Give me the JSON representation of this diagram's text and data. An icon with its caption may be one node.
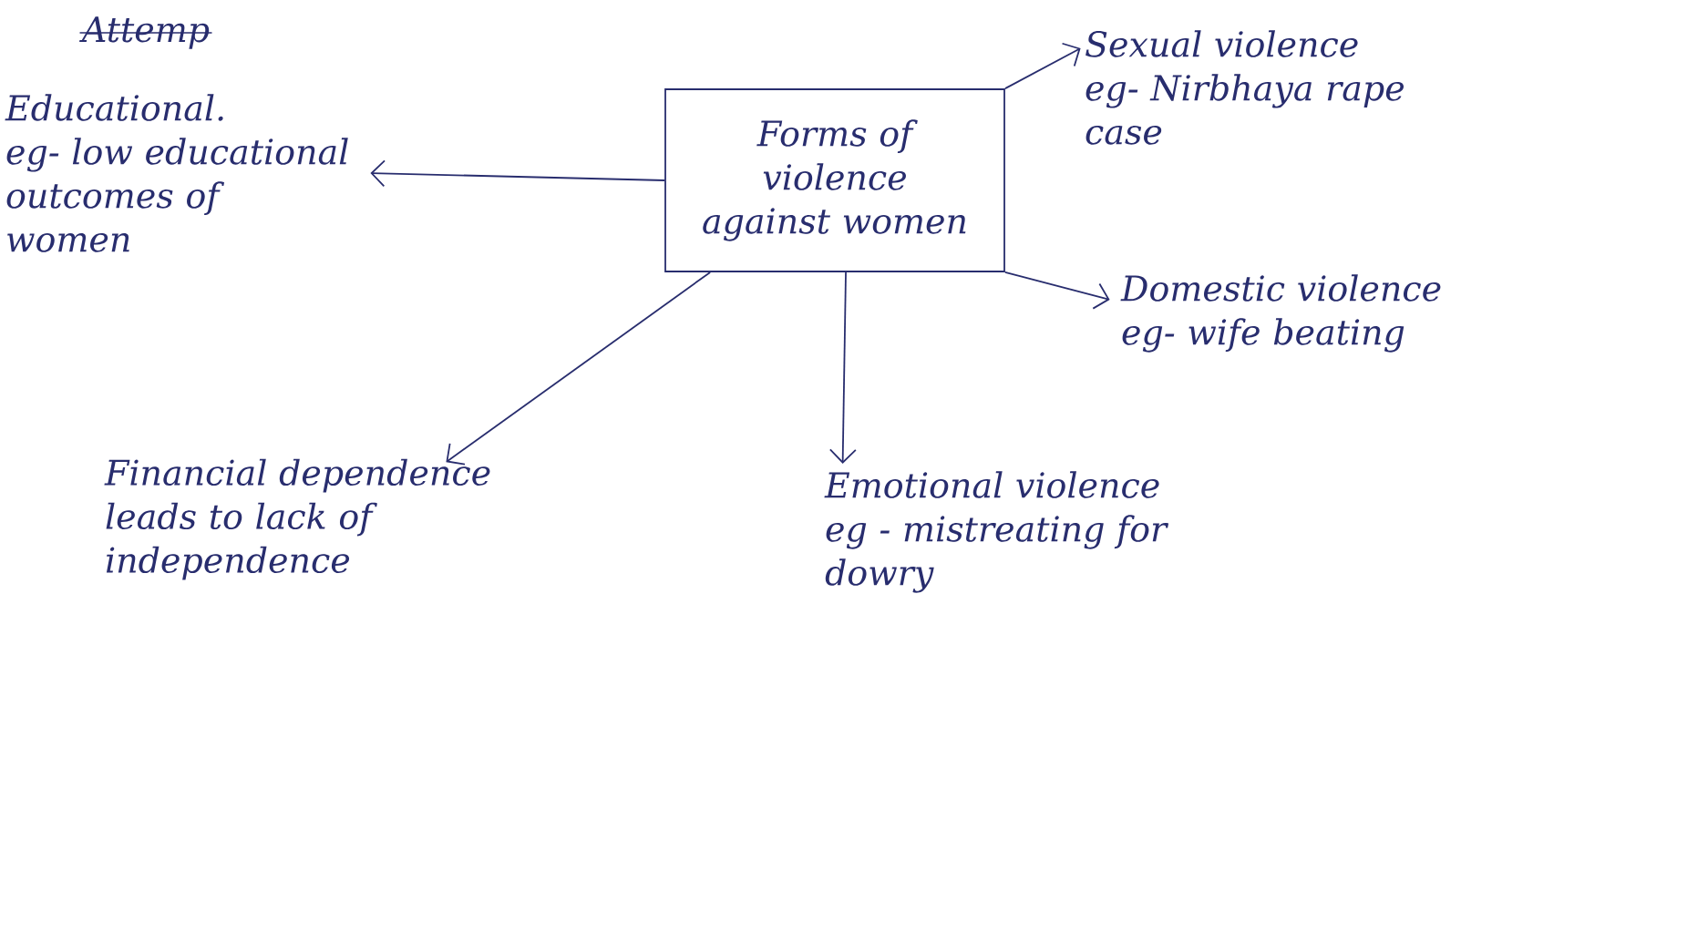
{
  "diagram": {
    "nodes": [
      {
        "text": [
          "Forms of violence against women"
        ]
      },
      {
        "text": [
          "Educational.",
          "eg- low educational outcomes of women"
        ]
      },
      {
        "text": [
          "Sexual violence",
          "eg- Nirbhaya rape case"
        ]
      },
      {
        "text": [
          "Domestic violence",
          "eg- wife beating"
        ]
      },
      {
        "text": [
          "Financial dependence",
          "leads to lack of independence"
        ]
      },
      {
        "text": [
          "Emotional violence",
          "eg - mistreating for dowry"
        ]
      }
    ],
    "edges": [
      {
        "from": 0,
        "to": 1,
        "arrow": "to"
      },
      {
        "from": 0,
        "to": 2,
        "arrow": "to"
      },
      {
        "from": 0,
        "to": 3,
        "arrow": "to"
      },
      {
        "from": 0,
        "to": 4,
        "arrow": "to"
      },
      {
        "from": 0,
        "to": 5,
        "arrow": "to"
      }
    ],
    "labels": [
      "Attemp"
    ]
  }
}
